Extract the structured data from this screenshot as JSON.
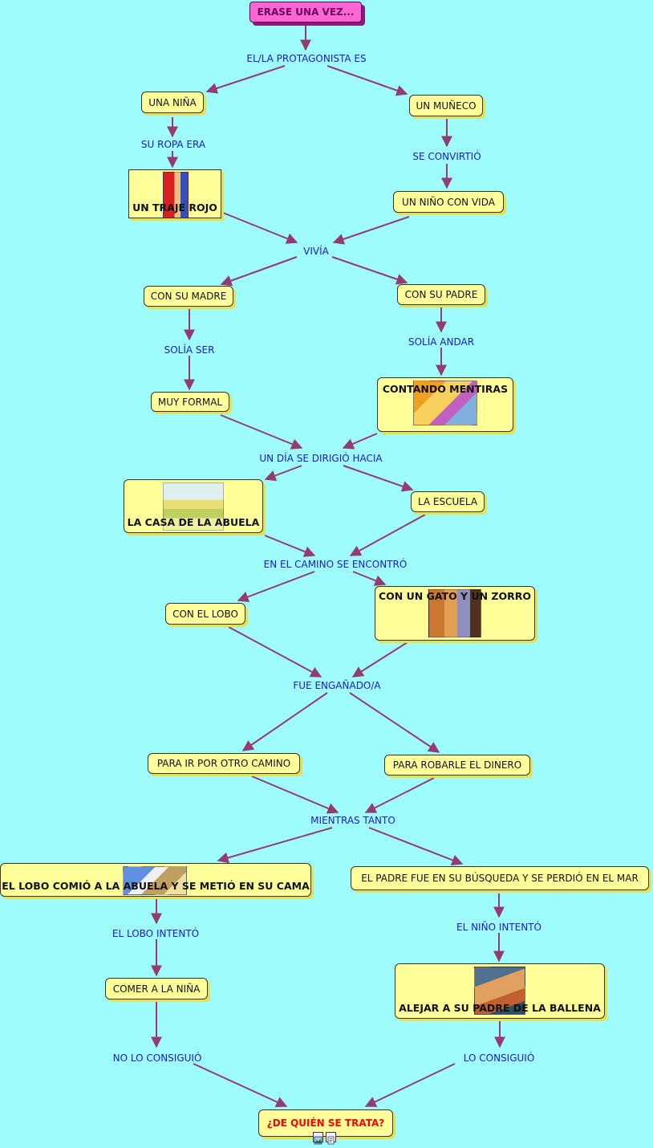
{
  "root": "ERASE UNA VEZ...",
  "labels": {
    "protagonista": "EL/LA PROTAGONISTA ES",
    "ropa": "SU ROPA ERA",
    "convirtio": "SE CONVIRTIÓ",
    "vivia": "VIVÍA",
    "solia_ser": "SOLÍA SER",
    "solia_andar": "SOLÍA ANDAR",
    "dirigio": "UN DÍA SE DIRIGIÓ HACIA",
    "camino": "EN EL CAMINO SE ENCONTRÓ",
    "enganado": "FUE ENGAÑADO/A",
    "mientras": "MIENTRAS TANTO",
    "lobo_intento": "EL LOBO INTENTÓ",
    "nino_intento": "EL NIÑO INTENTÓ",
    "no_consiguio": "NO LO CONSIGUIÓ",
    "consiguio": "LO CONSIGUIÓ"
  },
  "nodes": {
    "nina": "UNA NIÑA",
    "muneco": "UN MUÑECO",
    "traje": "UN TRAJE ROJO",
    "nino_vida": "UN NIÑO CON VIDA",
    "madre": "CON SU MADRE",
    "padre": "CON SU PADRE",
    "formal": "MUY FORMAL",
    "mentiras": "CONTANDO MENTIRAS",
    "abuela_casa": "LA CASA DE LA ABUELA",
    "escuela": "LA ESCUELA",
    "lobo": "CON EL LOBO",
    "gato_zorro": "CON UN GATO Y UN ZORRO",
    "otro_camino": "PARA IR POR OTRO CAMINO",
    "robarle": "PARA ROBARLE EL DINERO",
    "lobo_comio": "EL LOBO COMIÓ A LA ABUELA Y SE METIÓ EN SU CAMA",
    "padre_perdio": "EL PADRE FUE EN SU BÚSQUEDA Y SE PERDIÓ EN EL MAR",
    "comer_nina": "COMER A LA NIÑA",
    "ballena": "ALEJAR A SU PADRE DE LA BALLENA",
    "final": "¿DE QUIÉN SE TRATA?"
  },
  "icons": {
    "bottom": [
      "image-icon",
      "document-icon"
    ],
    "pictures": [
      "red-hood-picture",
      "pinocchio-picture",
      "grandma-house-picture",
      "cat-fox-picture",
      "wolf-grandma-picture",
      "whale-picture"
    ]
  },
  "colors": {
    "background": "#9ffcfd",
    "node": "#ffff99",
    "root": "#ff66d4",
    "arrow": "#943c6e",
    "link_text": "#1a1acc",
    "final_text": "#ff0000"
  }
}
